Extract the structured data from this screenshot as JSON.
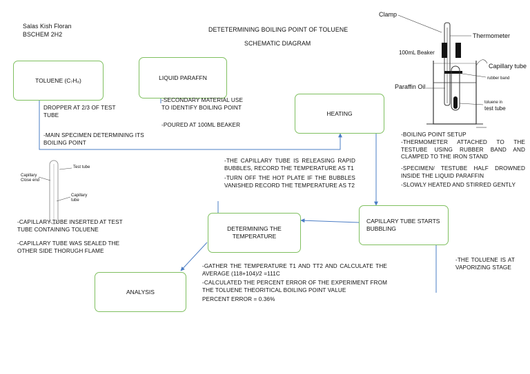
{
  "header": {
    "author": "Salas Kish Floran",
    "section": "BSCHEM 2H2",
    "title": "DETETERMINING BOILING POINT OF TOLUENE",
    "subtitle": "SCHEMATIC DIAGRAM"
  },
  "boxes": {
    "toluene": "TOLUENE (C₇H₈)",
    "paraffin": "LIQUID PARAFFN",
    "heating": "HEATING",
    "bubbling": "CAPILLARY TUBE STARTS BUBBLING",
    "determining": "DETERMINING THE TEMPERATURE",
    "analysis": "ANALYSIS"
  },
  "notes": {
    "toluene": [
      "DROPPER AT 2/3 OF TEST TUBE",
      "-MAIN SPECIMEN DETERMINING ITS BOILING POINT"
    ],
    "paraffin": [
      "-SECONDARY MATERIAL USE TO IDENTIFY BOILING POINT",
      "-POURED AT 100ML BEAKER"
    ],
    "setup": [
      "-BOILING POINT SETUP",
      "-THERMOMETER ATTACHED TO THE TESTUBE USING RUBBER BAND AND CLAMPED TO THE IRON STAND",
      "-SPECIMEN/ TESTUBE HALF DROWNED INSIDE THE LIQUID PARAFFIN",
      "-SLOWLY HEATED AND STIRRED GENTLY"
    ],
    "capillary": [
      "-CAPILLARY TUBE INSERTED AT TEST TUBE CONTAINING TOLUENE",
      "-CAPILLARY TUBE WAS SEALED THE OTHER SIDE THORUGH FLAME"
    ],
    "bubbles": [
      "-THE CAPILLARY TUBE IS RELEASING RAPID BUBBLES, RECORD THE TEMPERATURE AS T1",
      "-TURN OFF THE HOT PLATE IF THE BUBBLES VANISHED RECORD THE TEMPERATURE AS T2"
    ],
    "vaporizing": "-THE TOLUENE IS AT VAPORIZING STAGE",
    "analysis": [
      "-GATHER THE TEMPERATURE T1 AND TT2 AND CALCULATE THE AVERAGE (118+104)/2 =111C",
      "-CALCULATED THE PERCENT ERROR OF THE EXPERIMENT FROM THE TOLUENE THEORITICAL BOILING POINT VALUE",
      "PERCENT ERROR = 0.36%"
    ]
  },
  "apparatus_labels": {
    "clamp": "Clamp",
    "thermometer": "Thermometer",
    "beaker": "100mL Beaker",
    "capillary": "Capillary tube",
    "rubber": "rubber band",
    "paraffin_oil": "Paraffin Oil",
    "toluene_tube": "toluene in",
    "toluene_tube2": "test tube"
  },
  "tube_labels": {
    "test_tube": "Test tube",
    "capillary_close": "Capillary Close end",
    "capillary_tube": "Capillary tube"
  },
  "colors": {
    "box_border": "#7fbf5f",
    "arrow": "#4a7cc4"
  }
}
